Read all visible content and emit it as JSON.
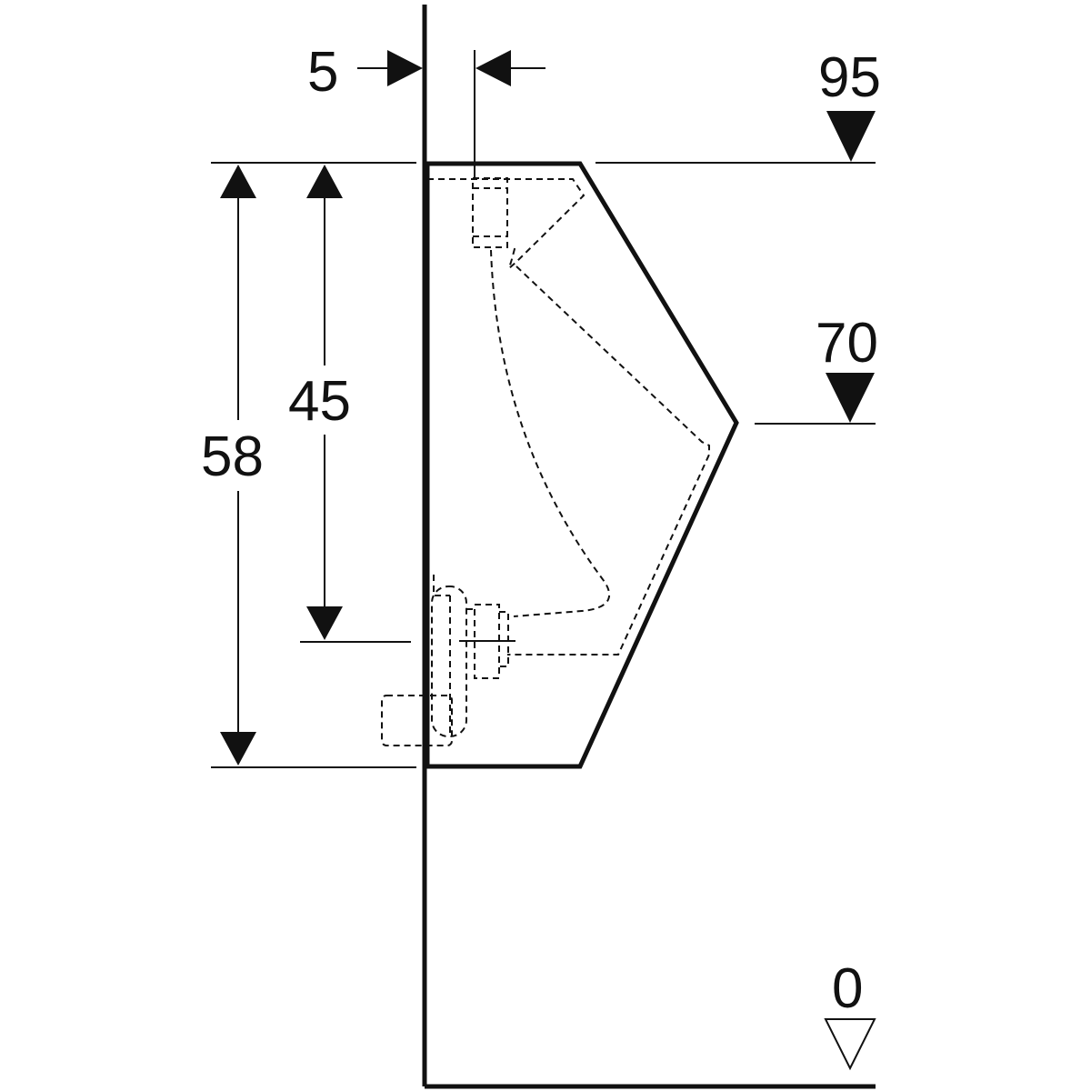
{
  "diagram": {
    "type": "technical-dimension-drawing",
    "colors": {
      "line": "#111111",
      "background": "#ffffff"
    },
    "dimensions": {
      "offset": "5",
      "mount_height_label": "45",
      "body_height_label": "58"
    },
    "levels": {
      "top": "95",
      "mid": "70",
      "floor": "0"
    },
    "icons": {
      "level_marker": "filled-down-triangle",
      "floor_marker": "hollow-down-triangle",
      "arrowhead": "filled-arrowhead"
    }
  }
}
